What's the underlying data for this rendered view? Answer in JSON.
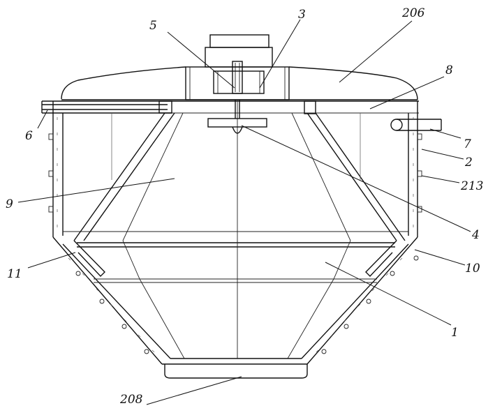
{
  "diagram": {
    "labels": {
      "l5": "5",
      "l3": "3",
      "l206": "206",
      "l8": "8",
      "l6": "6",
      "l7": "7",
      "l2": "2",
      "l213": "213",
      "l9": "9",
      "l4": "4",
      "l11": "11",
      "l10": "10",
      "l1": "1",
      "l208": "208"
    },
    "colors": {
      "ink": "#111111",
      "background": "#ffffff"
    }
  }
}
